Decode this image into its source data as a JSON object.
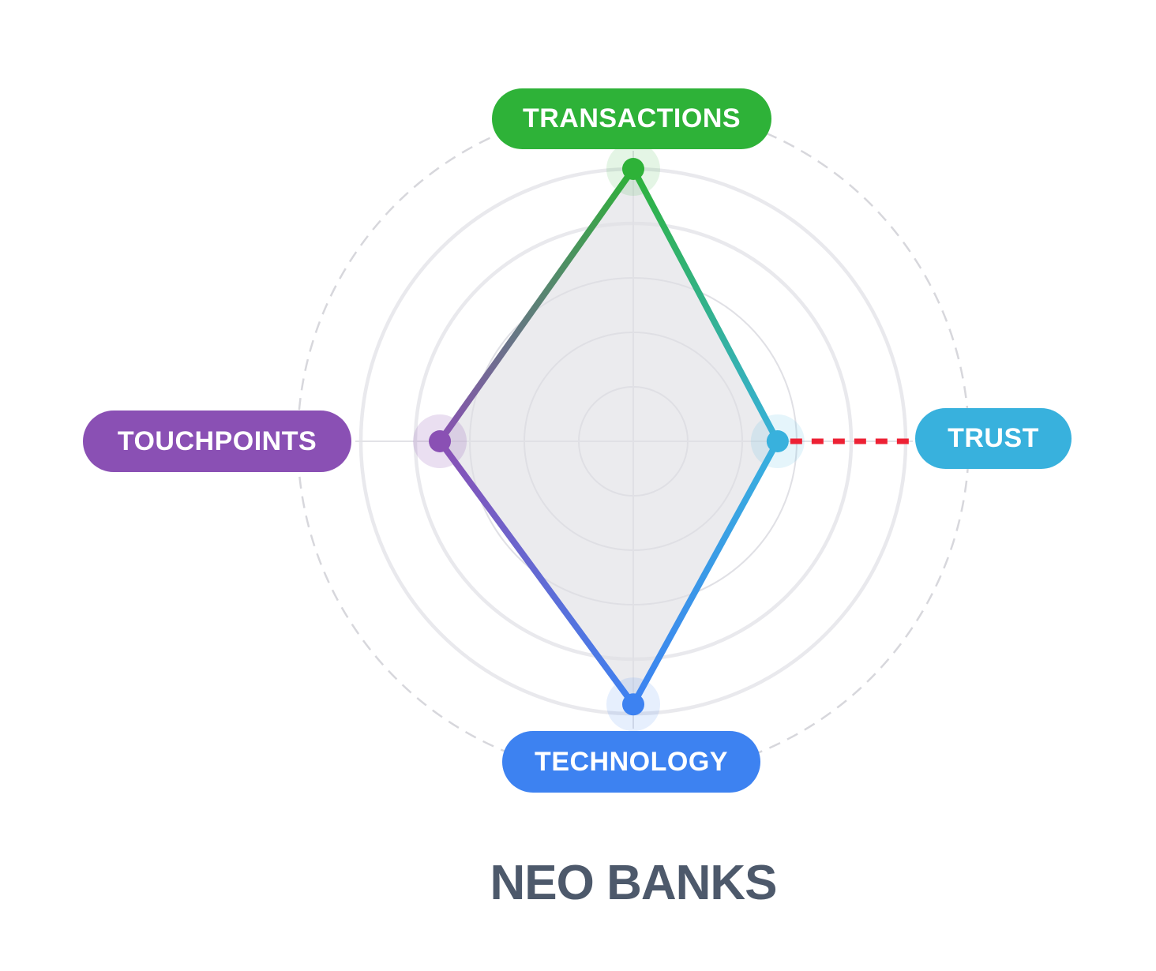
{
  "chart_data": {
    "type": "radar",
    "title": "NEO BANKS",
    "categories": [
      "TRANSACTIONS",
      "TRUST",
      "TECHNOLOGY",
      "TOUCHPOINTS"
    ],
    "values": [
      5.0,
      2.65,
      4.83,
      3.55
    ],
    "max": 5,
    "rings": 5,
    "outer_dashed_ring": true,
    "grid": true,
    "legend_position": "none",
    "axis_colors": [
      "#2eb238",
      "#38b1dd",
      "#3d82f1",
      "#8a50b4"
    ],
    "annotations": [
      {
        "name": "trust-leader-line",
        "style": "dashed",
        "color": "#ed2134",
        "from": "TRUST vertex",
        "to": "TRUST label"
      }
    ]
  },
  "colors": {
    "transactions_green": "#2eb238",
    "trust_cyan": "#38b1dd",
    "technology_blue": "#3d82f1",
    "touchpoints_purple": "#8a50b4",
    "leader_red": "#ed2134",
    "title_slate": "#4d596b",
    "grid_thin_gray": "#e0e0e5",
    "grid_thick_gray": "#e9e9ed",
    "grid_dashed_gray": "#d7d7dc",
    "axis_line_gray": "#e3e3e7",
    "polygon_fill": "rgba(222,222,228,0.62)"
  }
}
